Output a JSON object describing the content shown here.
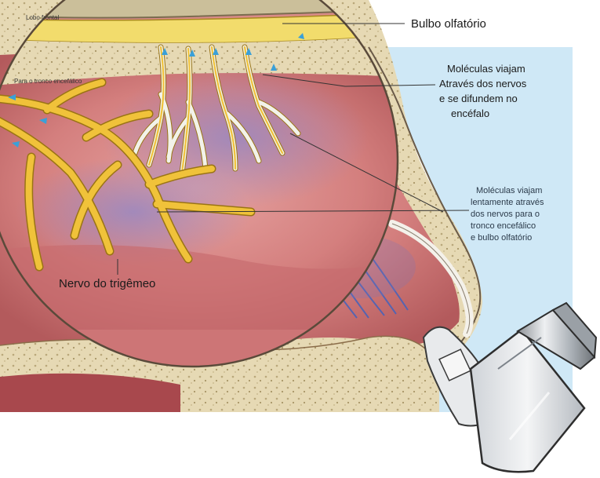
{
  "labels": {
    "lobo_frontal": "Lobo frontal",
    "bulbo_olfatorio": "Bulbo olfatório",
    "moleculas_1_line1": "Moléculas viajam",
    "moleculas_1_line2": "Através dos nervos",
    "moleculas_1_line3": "e se difundem no",
    "moleculas_1_line4": "encéfalo",
    "para_tronco": "Para o tronco encefálico",
    "moleculas_2_line1": "Moléculas viajam",
    "moleculas_2_line2": "lentamente através",
    "moleculas_2_line3": "dos nervos para o",
    "moleculas_2_line4": "tronco encefálico",
    "moleculas_2_line5": "e bulbo olfatório",
    "nervo_trigemeo": "Nervo do trigêmeo"
  },
  "colors": {
    "sky": "#cfe8f6",
    "bone": "#e6d9b4",
    "bone_dots": "#b9a77a",
    "mucosa": "#d98b88",
    "mucosa_dark": "#b8585a",
    "nerve": "#f0c23a",
    "nerve_outline": "#9a7414",
    "blue_fiber": "#4a63b8",
    "inhaler": "#c9ccd0"
  },
  "icons": [
    "nasal-spray-device-icon"
  ]
}
